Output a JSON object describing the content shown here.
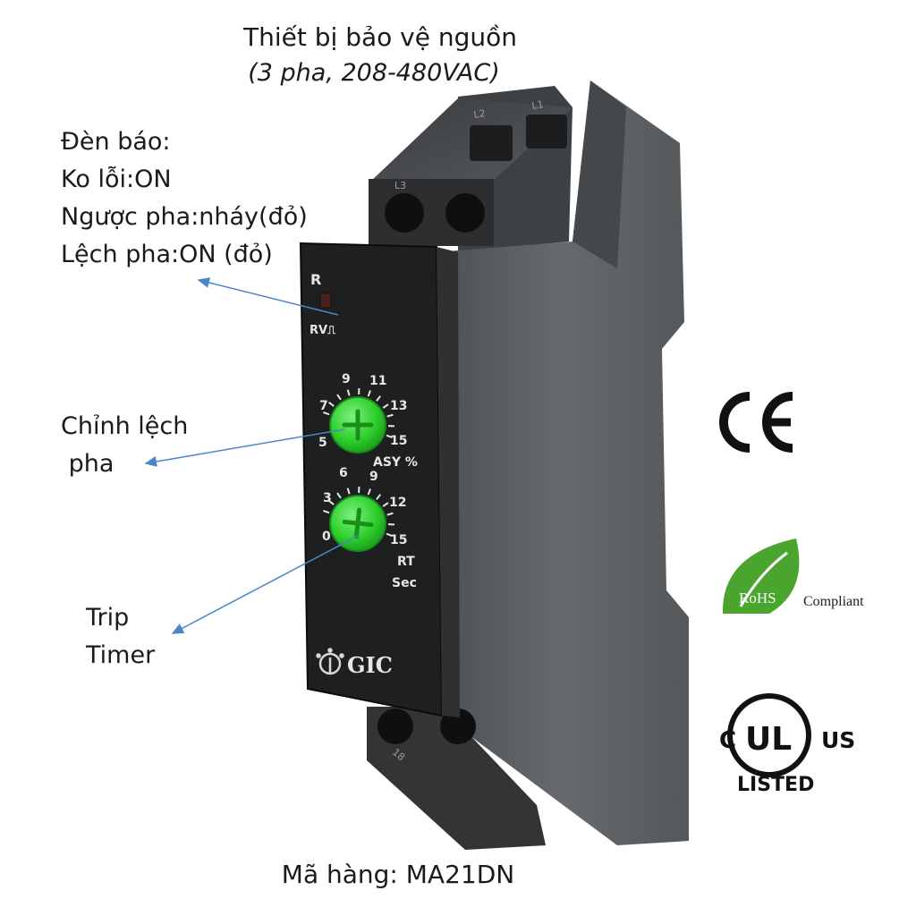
{
  "header": {
    "title": "Thiết bị bảo vệ nguồn",
    "subtitle": "(3 pha, 208-480VAC)"
  },
  "annotations": {
    "indicator_lines": [
      "Đèn báo:",
      "Ko lỗi:ON",
      "Ngược pha:nháy(đỏ)",
      "Lệch pha:ON (đỏ)"
    ],
    "asymmetry_lines": [
      "Chỉnh lệch",
      " pha"
    ],
    "trip_timer_lines": [
      "Trip",
      "Timer"
    ]
  },
  "device": {
    "led_label": "R",
    "led_sub_label": "RV⎍",
    "terminal_labels": [
      "L3",
      "L2",
      "L1",
      "18"
    ],
    "asy_dial": {
      "scale": [
        "5",
        "7",
        "9",
        "11",
        "13",
        "15"
      ],
      "caption": "ASY %",
      "setting": 10
    },
    "rt_dial": {
      "scale": [
        "0",
        "3",
        "6",
        "9",
        "12",
        "15"
      ],
      "caption_lines": [
        "RT",
        "Sec"
      ],
      "setting": 8
    },
    "brand": "GIC",
    "colors": {
      "knob": "#2ed12e",
      "housing": "#5f6265",
      "front": "#1e1f20",
      "arrow": "#4a86c8"
    }
  },
  "certifications": {
    "ce": "CE",
    "rohs": {
      "mark": "RoHS",
      "text": "Compliant"
    },
    "ul": {
      "left": "C",
      "mark": "UL",
      "right": "US",
      "listed": "LISTED"
    }
  },
  "footer": {
    "product_code": "Mã hàng: MA21DN"
  }
}
